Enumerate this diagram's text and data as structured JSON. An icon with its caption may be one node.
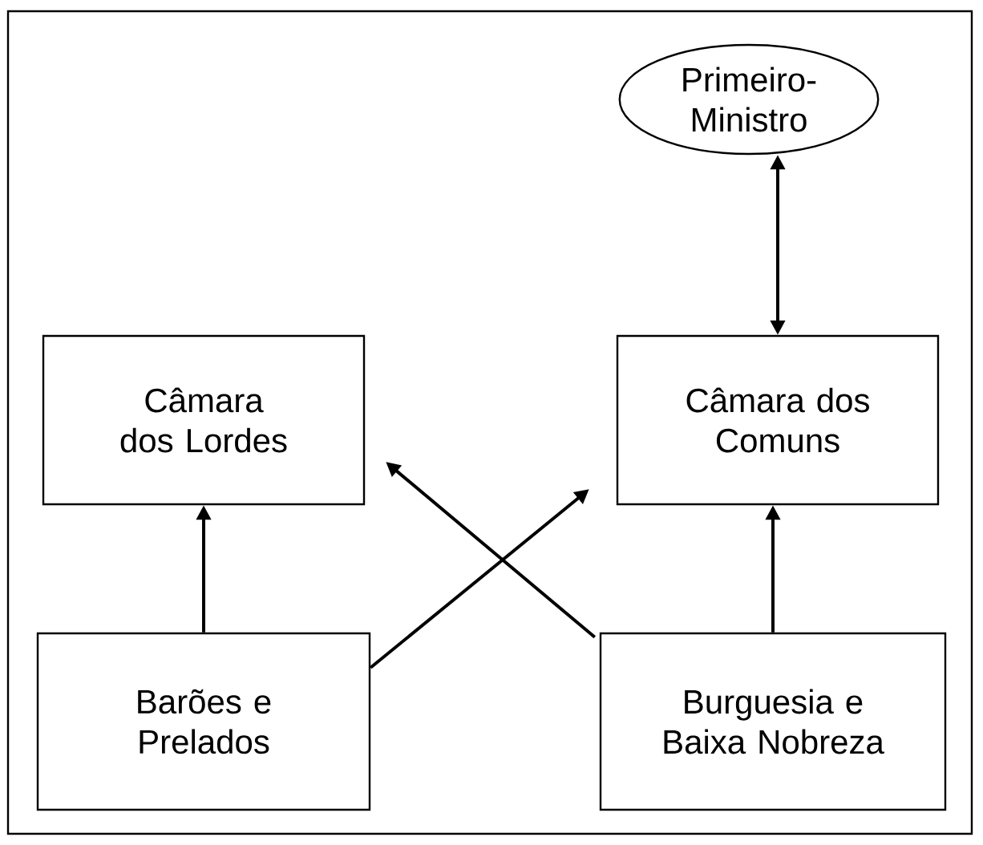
{
  "diagram": {
    "nodes": [
      {
        "text": [
          "Primeiro-Ministro"
        ]
      },
      {
        "text": [
          "Câmara dos Lordes"
        ]
      },
      {
        "text": [
          "Câmara dos Comuns"
        ]
      },
      {
        "text": [
          "Barões e Prelados"
        ]
      },
      {
        "text": [
          "Burguesia e Baixa Nobreza"
        ]
      }
    ],
    "edges": [
      {
        "from": 0,
        "to": 2,
        "arrow": "both"
      },
      {
        "from": 3,
        "to": 1,
        "arrow": "to"
      },
      {
        "from": 3,
        "to": 2,
        "arrow": "to"
      },
      {
        "from": 4,
        "to": 1,
        "arrow": "to"
      },
      {
        "from": 4,
        "to": 2,
        "arrow": "to"
      }
    ]
  }
}
